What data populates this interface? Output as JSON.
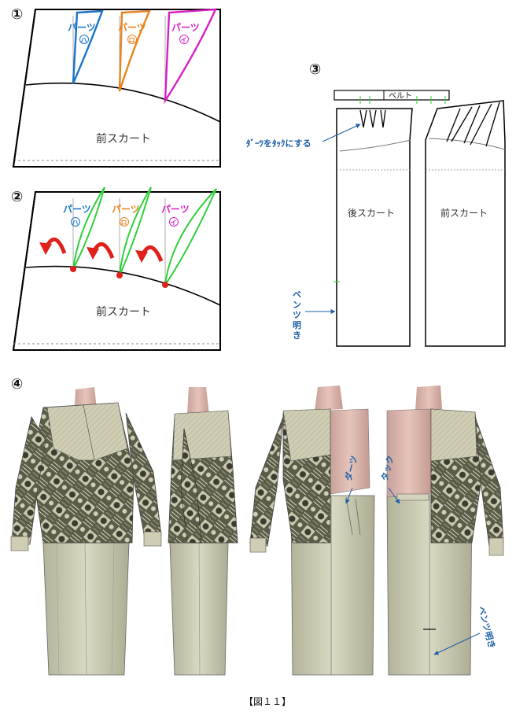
{
  "step_labels": {
    "s1": "①",
    "s2": "②",
    "s3": "③",
    "s4": "④"
  },
  "part_label": "パーツ",
  "parts": {
    "ha": "ハ",
    "ro": "ロ",
    "i": "イ"
  },
  "front_skirt": "前スカート",
  "back_skirt": "後スカート",
  "belt": "ベルト",
  "dart_to_tuck": "ﾀﾞｰﾂをﾀｯｸにする",
  "pants_opening": "ベンツ明き",
  "dart": "ダーツ",
  "tuck": "タック",
  "caption": "【図１１】",
  "colors": {
    "blue": "#1a74c9",
    "orange": "#e8841f",
    "magenta": "#d81fc6",
    "green": "#2fcf3a",
    "red": "#e0201a",
    "annotation": "#1c5fa8"
  }
}
